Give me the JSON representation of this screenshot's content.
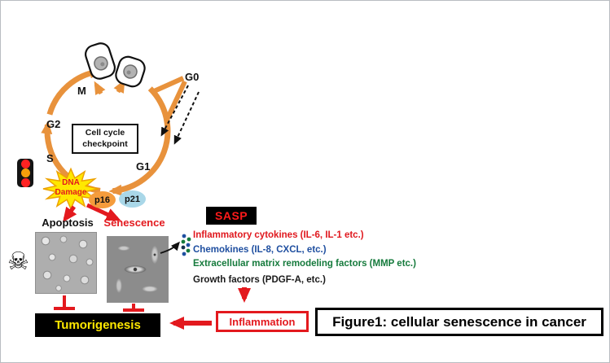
{
  "figure": {
    "caption": "Figure1: cellular senescence in cancer"
  },
  "cell_cycle": {
    "phase_m": "M",
    "phase_g2": "G2",
    "phase_s": "S",
    "phase_g1": "G1",
    "phase_g0": "G0",
    "checkpoint_line1": "Cell cycle",
    "checkpoint_line2": "checkpoint"
  },
  "dna_damage": {
    "line1": "DNA",
    "line2": "Damage"
  },
  "inhibitors": {
    "p16": "p16",
    "p21": "p21"
  },
  "fates": {
    "apoptosis": "Apoptosis",
    "senescence": "Senescence"
  },
  "sasp": {
    "title": "SASP",
    "factors": [
      {
        "text": "Inflammatory cytokines (IL-6, IL-1 etc.)",
        "color": "#e0181e"
      },
      {
        "text": "Chemokines (IL-8, CXCL, etc.)",
        "color": "#1f4fa0"
      },
      {
        "text": "Extracellular matrix remodeling factors (MMP etc.)",
        "color": "#157a3c"
      },
      {
        "text": "Growth factors (PDGF-A, etc.)",
        "color": "#1a1a1a"
      }
    ]
  },
  "outcomes": {
    "tumorigenesis": "Tumorigenesis",
    "inflammation": "Inflammation"
  },
  "icons": {
    "skull_glyph": "☠"
  },
  "colors": {
    "cycle_orange": "#e8923c",
    "arrow_red": "#e3191e",
    "starburst_yellow": "#ffe800",
    "p16_fill": "#f59c3c",
    "p21_fill": "#a9d7e8",
    "tumorigenesis_text": "#ffe800",
    "sasp_text": "#ff1a1a"
  }
}
